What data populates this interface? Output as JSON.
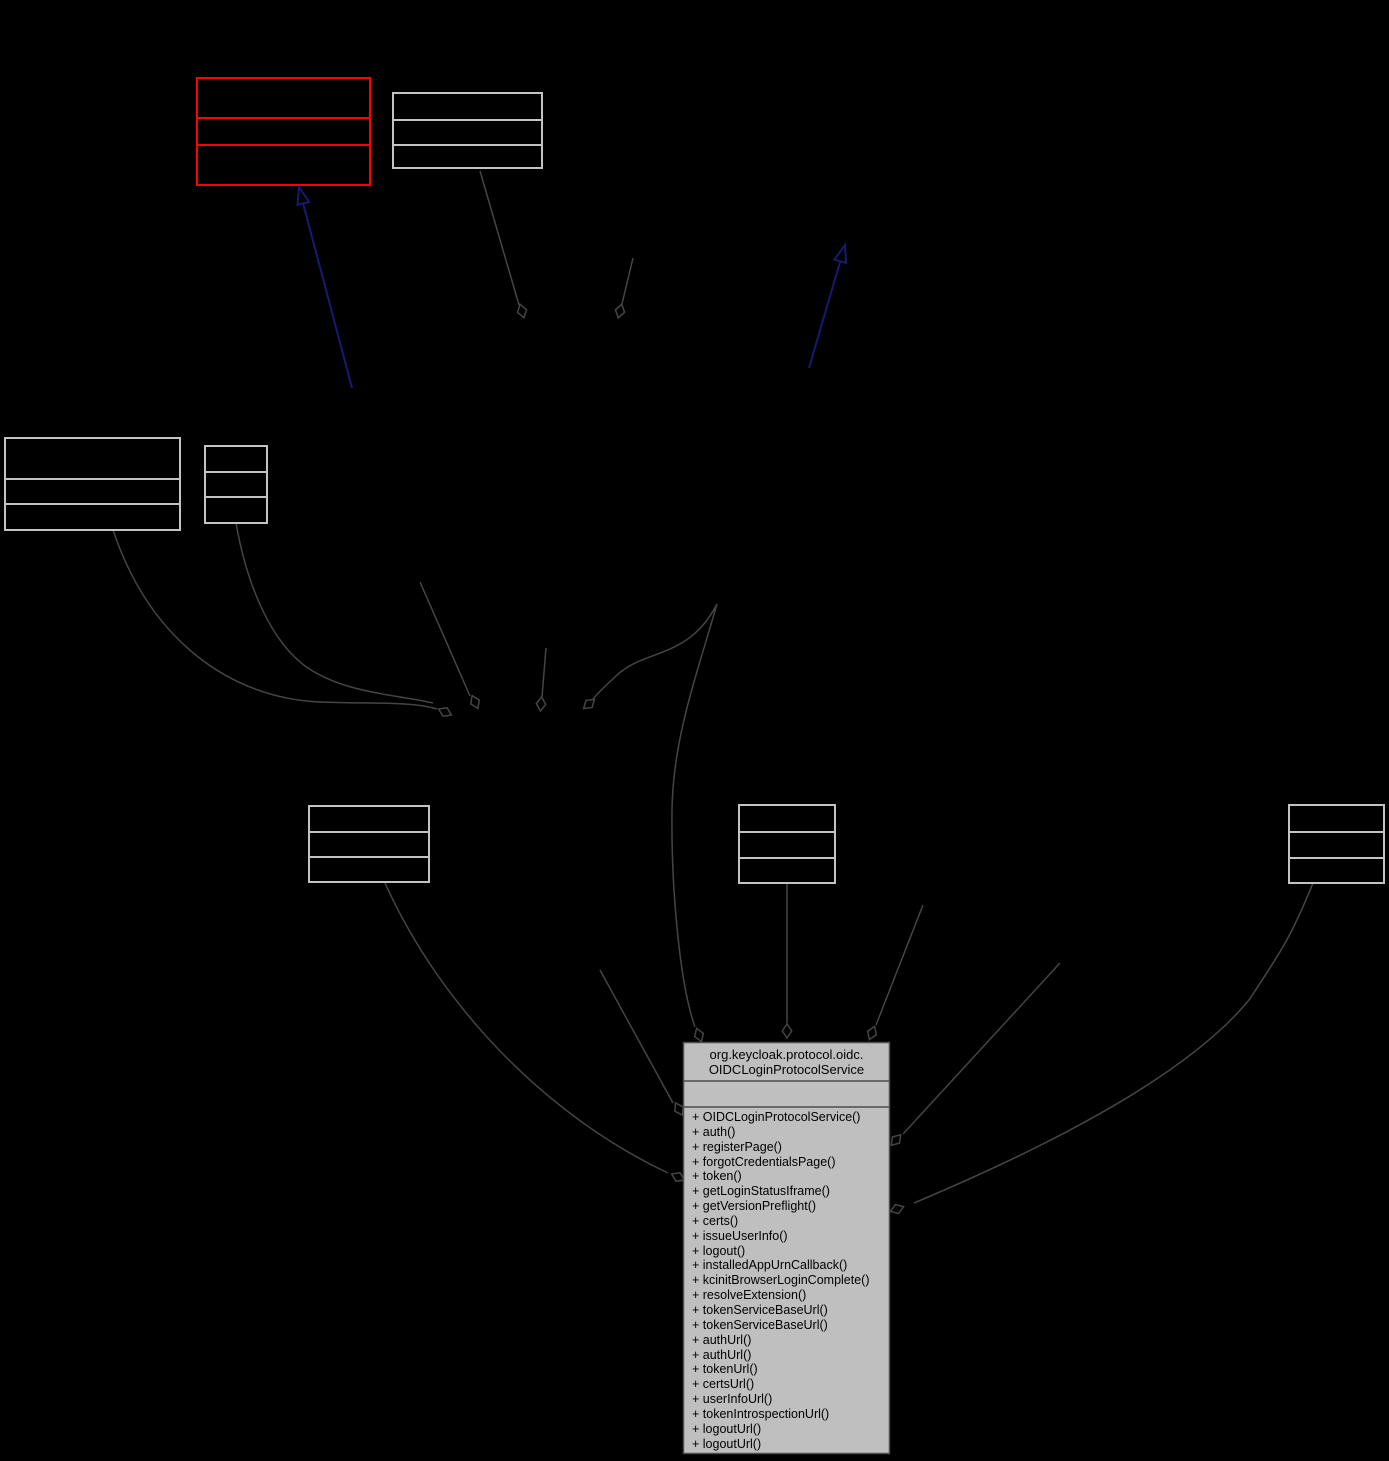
{
  "diagram": {
    "type": "uml-collaboration-graph",
    "background_color": "#000000",
    "colors": {
      "node_outline": "#c3c3c3",
      "highlighted_node_outline": "#fe0000",
      "edge": "#454545",
      "inheritance_arrow": "#191970",
      "main_node_fill": "#bfbfbf",
      "main_node_border": "#4d4d4d",
      "main_node_text": "#000000"
    },
    "main_node": {
      "title_line1": "org.keycloak.protocol.oidc.",
      "title_line2": "OIDCLoginProtocolService",
      "members": [
        "+ OIDCLoginProtocolService()",
        "+ auth()",
        "+ registerPage()",
        "+ forgotCredentialsPage()",
        "+ token()",
        "+ getLoginStatusIframe()",
        "+ getVersionPreflight()",
        "+ certs()",
        "+ issueUserInfo()",
        "+ logout()",
        "+ installedAppUrnCallback()",
        "+ kcinitBrowserLoginComplete()",
        "+ resolveExtension()",
        "+ tokenServiceBaseUrl()",
        "+ tokenServiceBaseUrl()",
        "+ authUrl()",
        "+ authUrl()",
        "+ tokenUrl()",
        "+ certsUrl()",
        "+ userInfoUrl()",
        "+ tokenIntrospectionUrl()",
        "+ logoutUrl()",
        "+ logoutUrl()"
      ]
    },
    "unlabeled_node_count": 7,
    "aggregation_edge_count": 13,
    "inheritance_edge_count": 2
  }
}
